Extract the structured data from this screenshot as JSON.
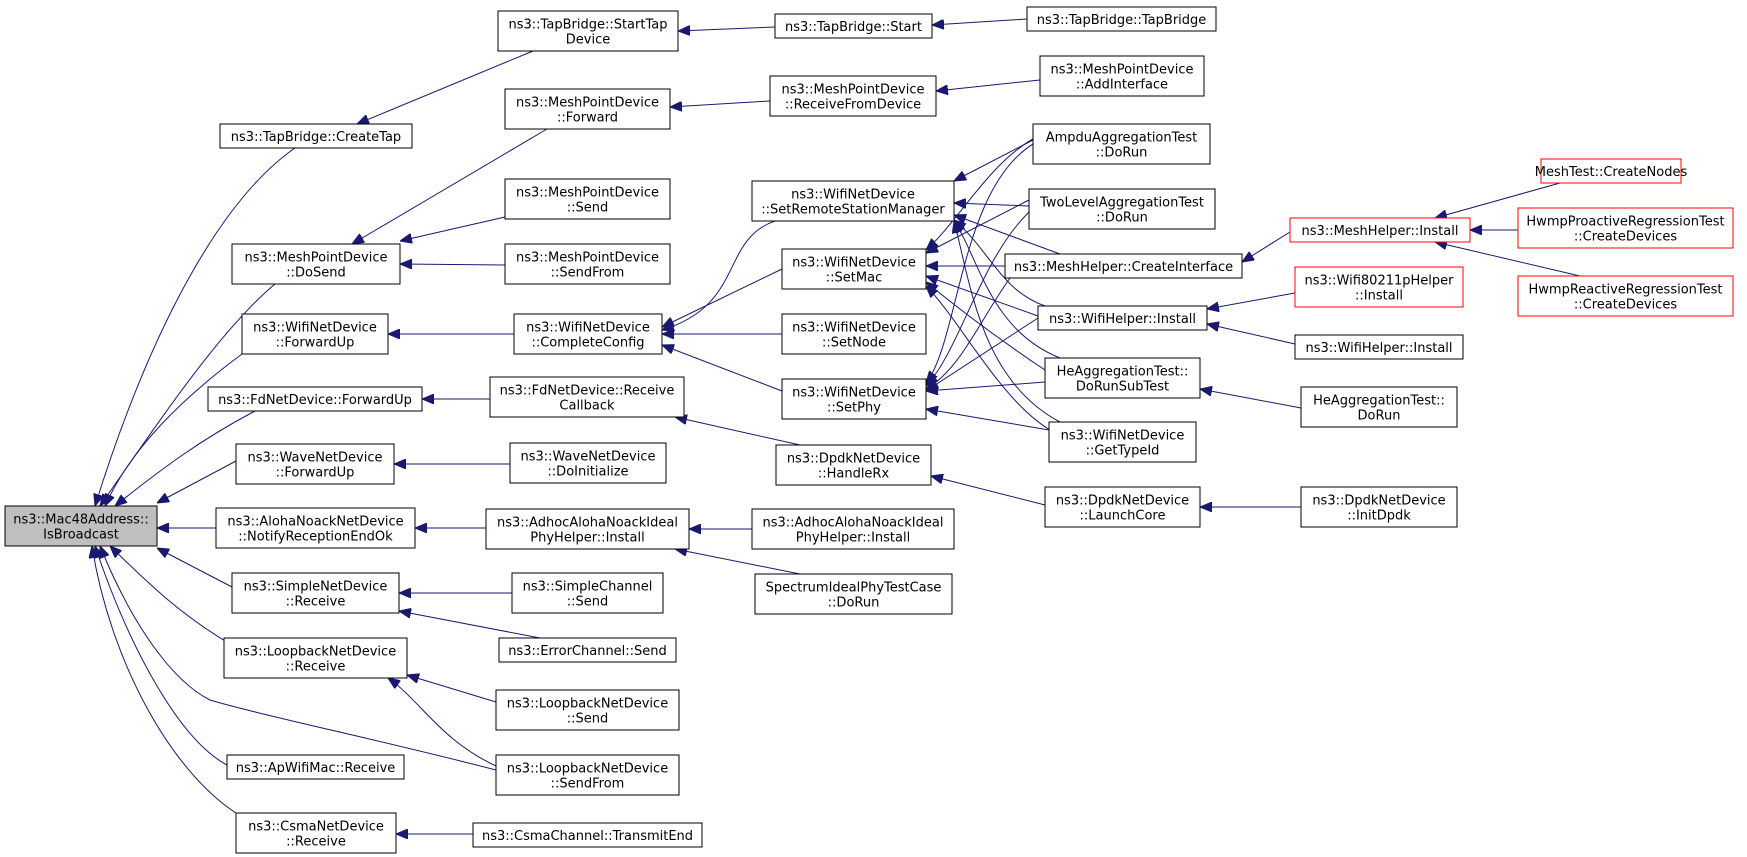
{
  "colors": {
    "edge": "#191970",
    "node_border": "#000000",
    "truncated_border": "#ff0000",
    "root_fill": "#bfbfbf"
  },
  "nodes": {
    "n1": {
      "lines": [
        "ns3::Mac48Address::",
        "IsBroadcast"
      ]
    },
    "n2": {
      "lines": [
        "ns3::TapBridge::CreateTap"
      ]
    },
    "n3": {
      "lines": [
        "ns3::MeshPointDevice",
        "::DoSend"
      ]
    },
    "n4": {
      "lines": [
        "ns3::WifiNetDevice",
        "::ForwardUp"
      ]
    },
    "n5": {
      "lines": [
        "ns3::FdNetDevice::ForwardUp"
      ]
    },
    "n6": {
      "lines": [
        "ns3::WaveNetDevice",
        "::ForwardUp"
      ]
    },
    "n7": {
      "lines": [
        "ns3::AlohaNoackNetDevice",
        "::NotifyReceptionEndOk"
      ]
    },
    "n8": {
      "lines": [
        "ns3::SimpleNetDevice",
        "::Receive"
      ]
    },
    "n9": {
      "lines": [
        "ns3::LoopbackNetDevice",
        "::Receive"
      ]
    },
    "n10": {
      "lines": [
        "ns3::ApWifiMac::Receive"
      ]
    },
    "n11": {
      "lines": [
        "ns3::CsmaNetDevice",
        "::Receive"
      ]
    },
    "n12": {
      "lines": [
        "ns3::TapBridge::StartTap",
        "Device"
      ]
    },
    "n13": {
      "lines": [
        "ns3::MeshPointDevice",
        "::Forward"
      ]
    },
    "n14": {
      "lines": [
        "ns3::MeshPointDevice",
        "::Send"
      ]
    },
    "n15": {
      "lines": [
        "ns3::MeshPointDevice",
        "::SendFrom"
      ]
    },
    "n16": {
      "lines": [
        "ns3::WifiNetDevice",
        "::CompleteConfig"
      ]
    },
    "n17": {
      "lines": [
        "ns3::FdNetDevice::Receive",
        "Callback"
      ]
    },
    "n18": {
      "lines": [
        "ns3::WaveNetDevice",
        "::DoInitialize"
      ]
    },
    "n19": {
      "lines": [
        "ns3::AdhocAlohaNoackIdeal",
        "PhyHelper::Install"
      ]
    },
    "n20": {
      "lines": [
        "ns3::SimpleChannel",
        "::Send"
      ]
    },
    "n21": {
      "lines": [
        "ns3::ErrorChannel::Send"
      ]
    },
    "n22": {
      "lines": [
        "ns3::LoopbackNetDevice",
        "::Send"
      ]
    },
    "n23": {
      "lines": [
        "ns3::LoopbackNetDevice",
        "::SendFrom"
      ]
    },
    "n24": {
      "lines": [
        "ns3::CsmaChannel::TransmitEnd"
      ]
    },
    "n25": {
      "lines": [
        "ns3::TapBridge::Start"
      ]
    },
    "n26": {
      "lines": [
        "ns3::MeshPointDevice",
        "::ReceiveFromDevice"
      ]
    },
    "n27": {
      "lines": [
        "ns3::WifiNetDevice",
        "::SetRemoteStationManager"
      ]
    },
    "n28": {
      "lines": [
        "ns3::WifiNetDevice",
        "::SetMac"
      ]
    },
    "n29": {
      "lines": [
        "ns3::WifiNetDevice",
        "::SetNode"
      ]
    },
    "n30": {
      "lines": [
        "ns3::WifiNetDevice",
        "::SetPhy"
      ]
    },
    "n31": {
      "lines": [
        "ns3::DpdkNetDevice",
        "::HandleRx"
      ]
    },
    "n32": {
      "lines": [
        "ns3::AdhocAlohaNoackIdeal",
        "PhyHelper::Install"
      ]
    },
    "n33": {
      "lines": [
        "SpectrumIdealPhyTestCase",
        "::DoRun"
      ]
    },
    "n34": {
      "lines": [
        "ns3::TapBridge::TapBridge"
      ]
    },
    "n35": {
      "lines": [
        "ns3::MeshPointDevice",
        "::AddInterface"
      ]
    },
    "n36": {
      "lines": [
        "AmpduAggregationTest",
        "::DoRun"
      ]
    },
    "n37": {
      "lines": [
        "TwoLevelAggregationTest",
        "::DoRun"
      ]
    },
    "n38": {
      "lines": [
        "ns3::MeshHelper::CreateInterface"
      ]
    },
    "n39": {
      "lines": [
        "ns3::WifiHelper::Install"
      ]
    },
    "n40": {
      "lines": [
        "HeAggregationTest::",
        "DoRunSubTest"
      ]
    },
    "n41": {
      "lines": [
        "ns3::WifiNetDevice",
        "::GetTypeId"
      ]
    },
    "n42": {
      "lines": [
        "ns3::DpdkNetDevice",
        "::LaunchCore"
      ]
    },
    "n43": {
      "lines": [
        "ns3::MeshHelper::Install"
      ]
    },
    "n44": {
      "lines": [
        "ns3::Wifi80211pHelper",
        "::Install"
      ]
    },
    "n45": {
      "lines": [
        "ns3::WifiHelper::Install"
      ]
    },
    "n46": {
      "lines": [
        "HeAggregationTest::",
        "DoRun"
      ]
    },
    "n47": {
      "lines": [
        "ns3::DpdkNetDevice",
        "::InitDpdk"
      ]
    },
    "n48": {
      "lines": [
        "MeshTest::CreateNodes"
      ]
    },
    "n49": {
      "lines": [
        "HwmpProactiveRegressionTest",
        "::CreateDevices"
      ]
    },
    "n50": {
      "lines": [
        "HwmpReactiveRegressionTest",
        "::CreateDevices"
      ]
    }
  }
}
